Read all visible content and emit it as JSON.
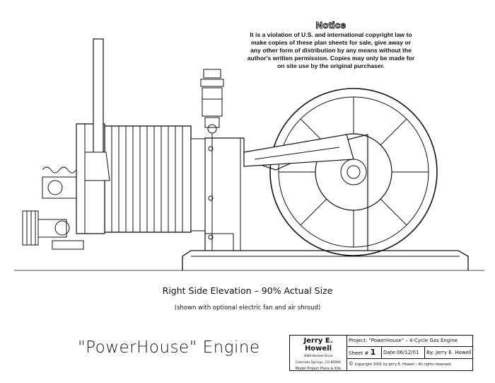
{
  "notice": {
    "title": "Notice",
    "text": "It is a violation of U.S. and international copyright law to make copies of these plan sheets for sale, give away or any other form of distribution by any means without the author's written permission. Copies may only be made for on site use by the original purchaser."
  },
  "caption": {
    "main": "Right Side Elevation – 90% Actual Size",
    "sub": "(shown with optional electric fan and air shroud)"
  },
  "engine_title": "\"PowerHouse\" Engine",
  "title_block": {
    "designer": "Jerry E. Howell",
    "address_line1": "3980 Becket Drive",
    "address_line2": "Colorado Springs, CO 80906",
    "company": "Model Project Plans & Kits",
    "project_label": "Project:",
    "project_value": "\"PowerHouse\" – 4-Cycle Gas Engine",
    "sheet_label": "Sheet #",
    "sheet_value": "1",
    "date_label": "Date:",
    "date_value": "06/12/01",
    "by_label": "By:",
    "by_value": "Jerry E. Howell",
    "copyright_symbol": "©",
    "copyright": "Copyright 2001 by Jerry E. Howell – All rights reserved."
  }
}
